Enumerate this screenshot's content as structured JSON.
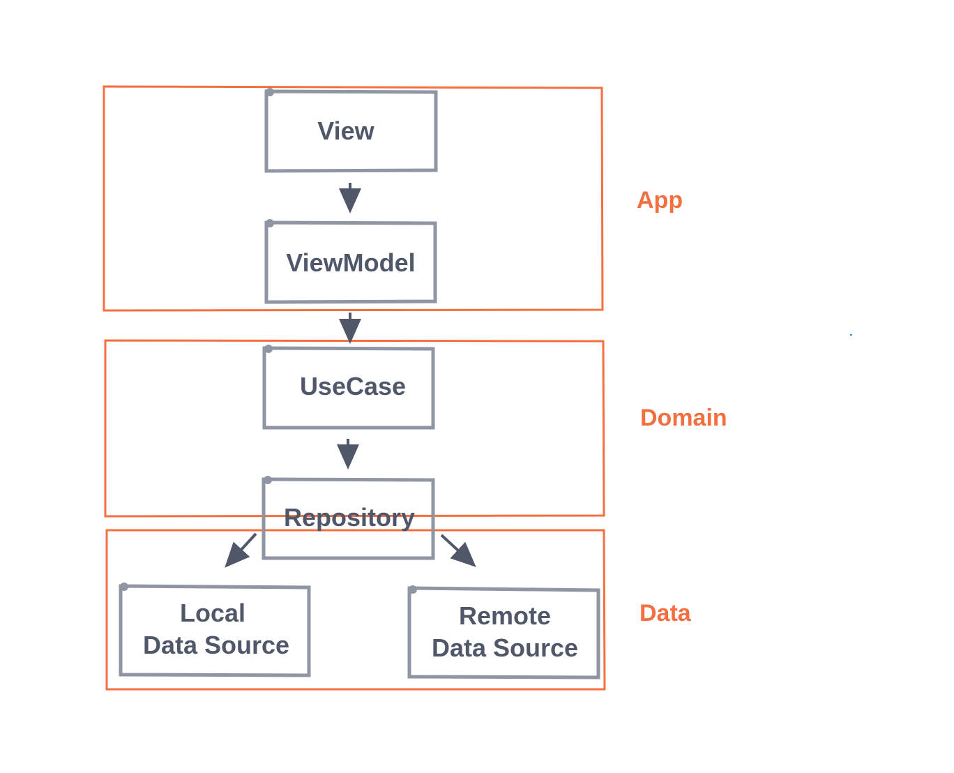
{
  "colors": {
    "layer_border": "#f36f3f",
    "layer_label": "#f36f3f",
    "node_border": "#8f95a3",
    "node_text": "#4f5769",
    "arrow": "#4f5769",
    "background": "#ffffff"
  },
  "layers": {
    "app": "App",
    "domain": "Domain",
    "data": "Data"
  },
  "nodes": {
    "view": "View",
    "view_model": "ViewModel",
    "use_case": "UseCase",
    "repository": "Repository",
    "local_data_source": {
      "line1": "Local",
      "line2": "Data Source"
    },
    "remote_data_source": {
      "line1": "Remote",
      "line2": "Data Source"
    }
  }
}
